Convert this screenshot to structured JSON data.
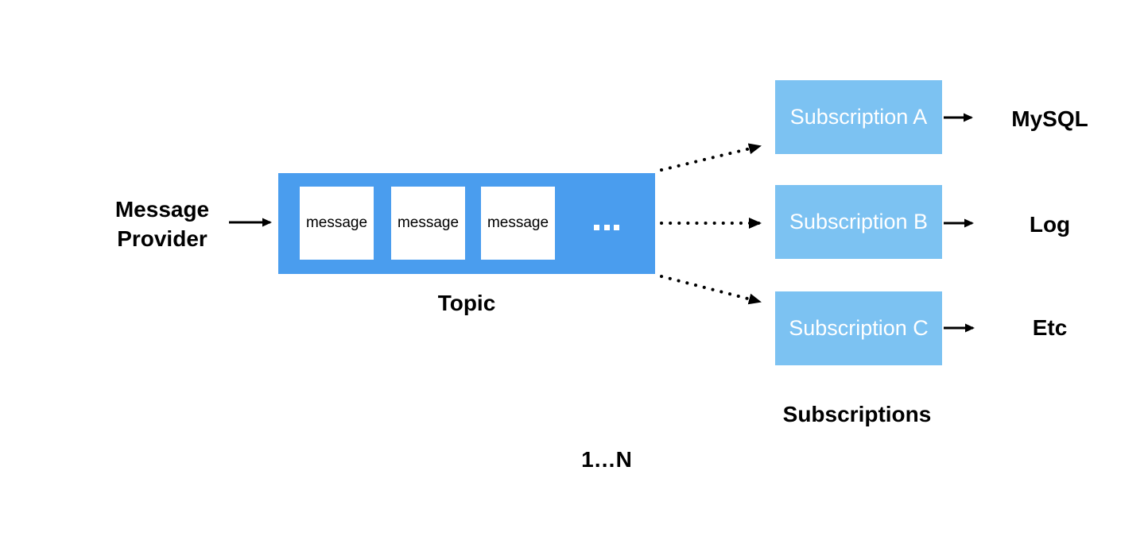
{
  "provider": {
    "label": "Message Provider"
  },
  "topic": {
    "label": "Topic",
    "messages": [
      "message",
      "message",
      "message"
    ],
    "more_indicator_icon": "ellipsis-icon"
  },
  "subscriptions": {
    "caption": "Subscriptions",
    "items": [
      {
        "name": "Subscription A",
        "target": "MySQL"
      },
      {
        "name": "Subscription B",
        "target": "Log"
      },
      {
        "name": "Subscription C",
        "target": "Etc"
      }
    ]
  },
  "cardinality": "1…N",
  "colors": {
    "topic_box": "#4A9DEE",
    "subscription_box": "#7CC2F2",
    "message_card": "#FFFFFF",
    "text_dark": "#000000",
    "text_light": "#FFFFFF",
    "arrow": "#000000"
  }
}
